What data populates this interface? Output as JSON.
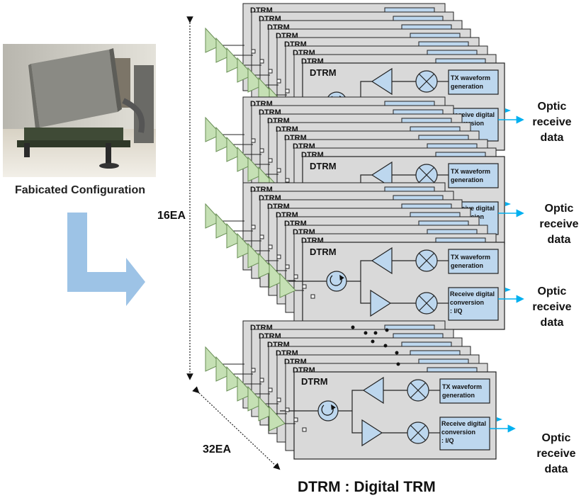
{
  "photo_caption": "Fabicated Configuration",
  "labels": {
    "ea16": "16EA",
    "ea32": "32EA"
  },
  "module": {
    "title": "DTRM",
    "tx_line1": "TX waveform",
    "tx_line2": "generation",
    "rx_line1": "Receive digital",
    "rx_line2": "conversion",
    "rx_line3": ": I/Q"
  },
  "optic": {
    "line1": "Optic",
    "line2": "receive",
    "line3": "data"
  },
  "footer": "DTRM : Digital TRM",
  "colors": {
    "module_fill": "#d9d9d9",
    "block_fill": "#bdd7ee",
    "antenna_fill": "#c5e0b4",
    "arrow_fill": "#9dc3e6",
    "optic_arrow": "#00b0f0"
  }
}
